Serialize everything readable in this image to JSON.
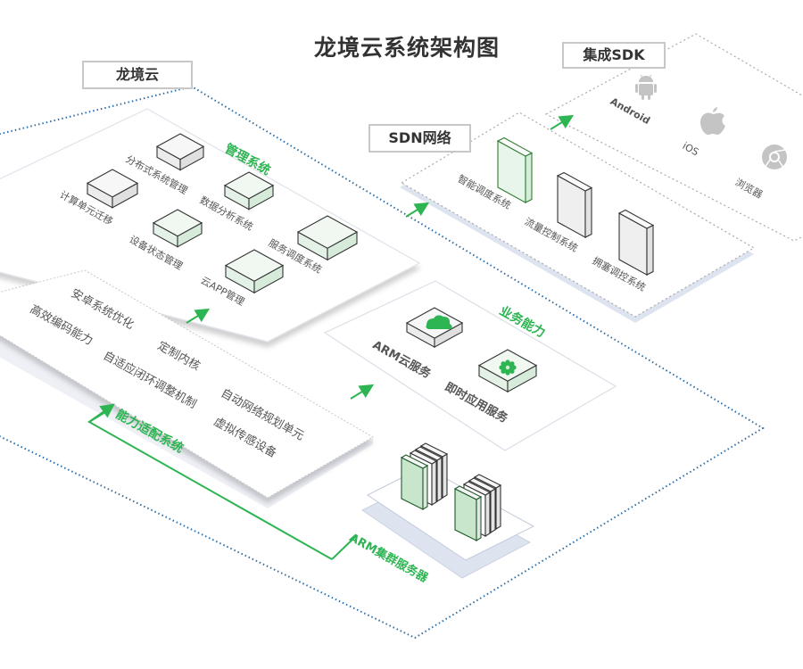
{
  "title": "龙境云系统架构图",
  "colors": {
    "accent_green": "#2eb553",
    "outer_border_blue": "#2f6fa8",
    "module_green_fill": "#e6f4ea",
    "module_gray_fill": "#ececec",
    "server_green": "#c8e6cc"
  },
  "cloud": {
    "label": "龙境云",
    "management": {
      "label": "管理系统",
      "modules": [
        {
          "label": "分布式系统管理",
          "style": "gray"
        },
        {
          "label": "计算单元迁移",
          "style": "gray"
        },
        {
          "label": "数据分析系统",
          "style": "green"
        },
        {
          "label": "设备状态管理",
          "style": "green"
        },
        {
          "label": "服务调度系统",
          "style": "green"
        },
        {
          "label": "云APP管理",
          "style": "green"
        }
      ]
    },
    "adaptation": {
      "label": "能力适配系统",
      "items": [
        "安卓系统优化",
        "高效编码能力",
        "定制内核",
        "自适应闭环调整机制",
        "自动网络规划单元",
        "虚拟传感设备"
      ]
    },
    "business": {
      "label": "业务能力",
      "services": [
        {
          "label": "ARM云服务",
          "icon": "cloud-icon"
        },
        {
          "label": "即时应用服务",
          "icon": "gear-icon"
        }
      ]
    },
    "servers": {
      "label": "ARM集群服务器"
    }
  },
  "sdn": {
    "label": "SDN网络",
    "systems": [
      "智能调度系统",
      "流量控制系统",
      "拥塞调控系统"
    ]
  },
  "sdk": {
    "label": "集成SDK",
    "platforms": [
      {
        "label": "Android",
        "icon": "android-icon"
      },
      {
        "label": "iOS",
        "icon": "apple-icon"
      },
      {
        "label": "浏览器",
        "icon": "browser-icon"
      }
    ]
  }
}
